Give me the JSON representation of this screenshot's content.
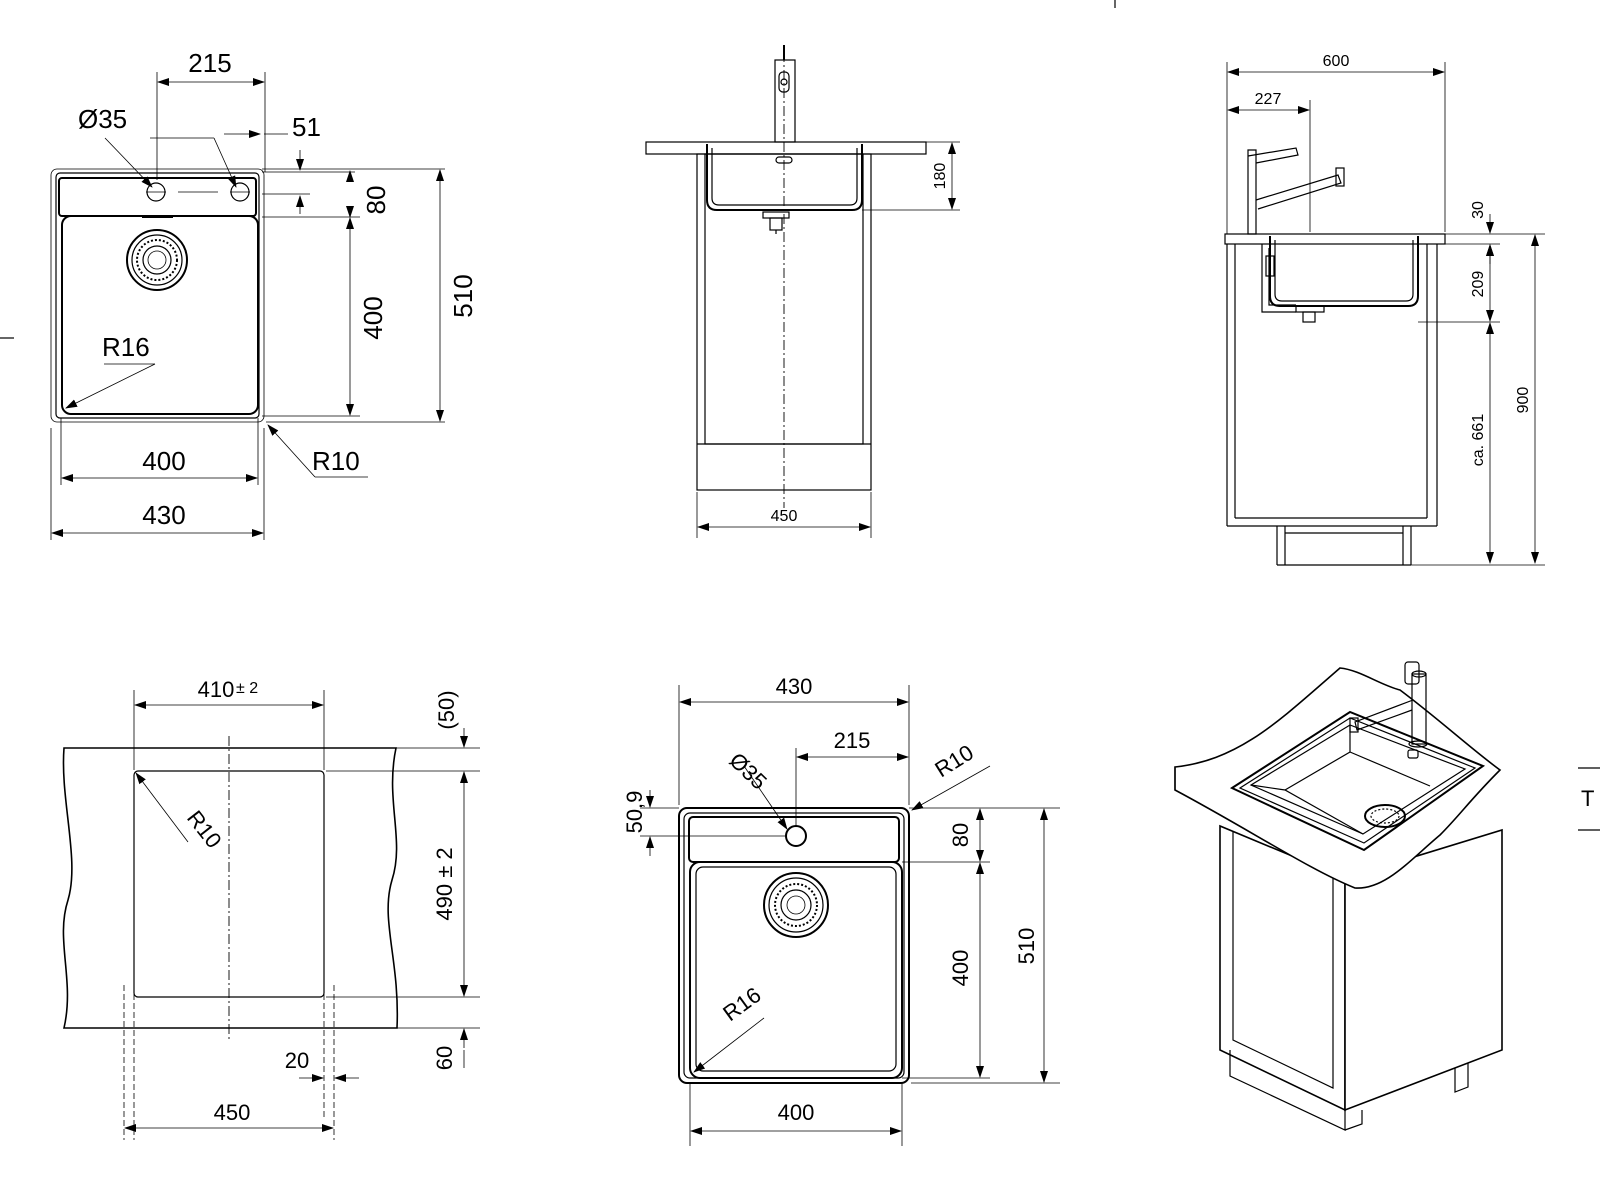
{
  "top_left_plan": {
    "dims": {
      "hole_spacing": "215",
      "hole_diameter": "Ø35",
      "hole_offset": "51",
      "deck_depth": "80",
      "bowl_length": "400",
      "overall_length": "510",
      "bowl_radius": "R16",
      "bowl_width": "400",
      "outer_radius": "R10",
      "overall_width": "430"
    }
  },
  "front_view": {
    "dims": {
      "bowl_depth": "180",
      "cabinet_width": "450"
    }
  },
  "side_view": {
    "dims": {
      "overall": "600",
      "tap_offset": "227",
      "rim": "30",
      "bowl_depth": "209",
      "floor_to_bowl": "ca. 661",
      "worktop_height": "900"
    }
  },
  "cutout_view": {
    "dims": {
      "cut_width": "410",
      "cut_width_tol": "± 2",
      "top_margin": "(50)",
      "cut_length": "490 ± 2",
      "corner_radius": "R10",
      "bottom_margin": "60",
      "edge_offset": "20",
      "cabinet_width": "450"
    }
  },
  "bottom_plan": {
    "dims": {
      "overall_width": "430",
      "hole_offset": "215",
      "hole_diameter": "Ø35",
      "outer_radius": "R10",
      "hole_position": "50,9",
      "deck_depth": "80",
      "bowl_length": "400",
      "overall_length": "510",
      "bowl_radius": "R16",
      "bowl_width": "400"
    }
  },
  "edge_marks": {
    "right_letter": "T"
  }
}
